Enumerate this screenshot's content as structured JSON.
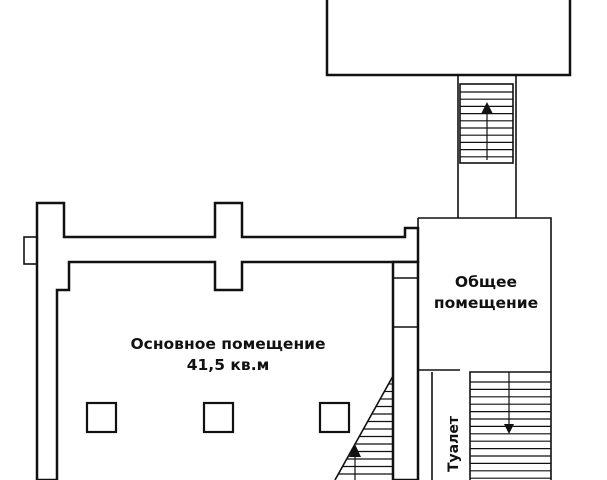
{
  "rooms": {
    "main": {
      "name": "Основное помещение",
      "area": "41,5 кв.м"
    },
    "common": {
      "line1": "Общее",
      "line2": "помещение"
    },
    "toilet": {
      "name": "Туалет"
    }
  },
  "colors": {
    "line": "#111111",
    "background": "#ffffff"
  },
  "icons": [
    "stairs-up-arrow-icon",
    "stairs-down-arrow-icon",
    "square-column-icon"
  ]
}
